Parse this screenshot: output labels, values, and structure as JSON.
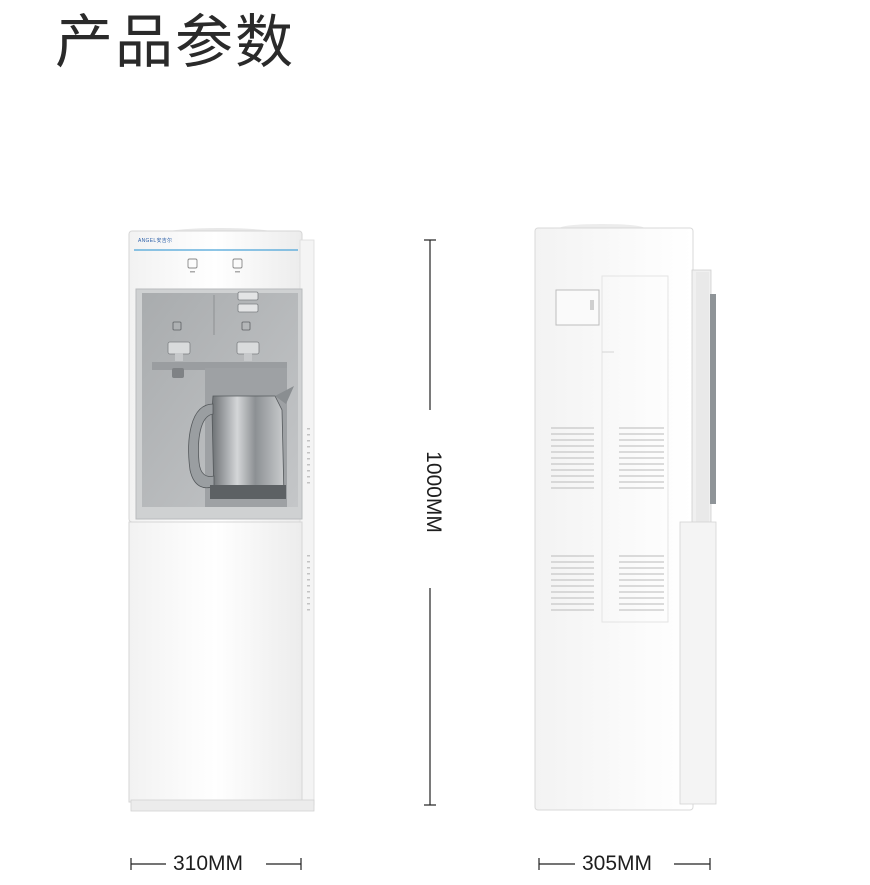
{
  "header": {
    "title": "产品参数"
  },
  "product": {
    "brand_mark": "ANGEL安吉尔"
  },
  "dimensions": {
    "width_front": "310MM",
    "width_side": "305MM",
    "height": "1000MM"
  }
}
